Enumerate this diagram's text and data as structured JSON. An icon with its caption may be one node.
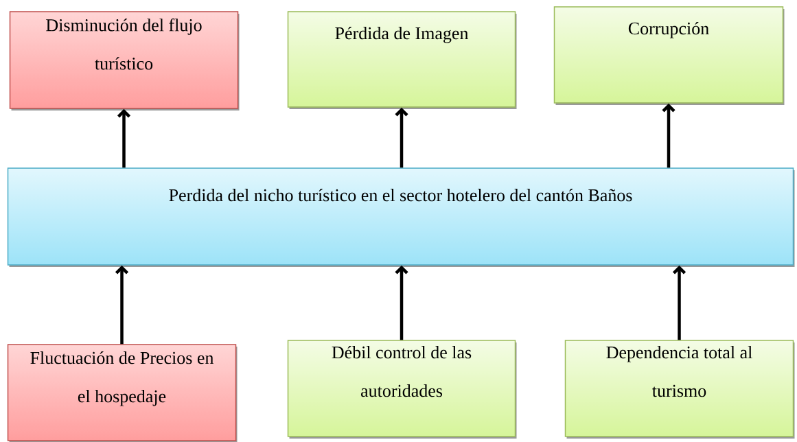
{
  "diagram": {
    "nodes": [
      {
        "text": [
          "Disminución del flujo turístico"
        ]
      },
      {
        "text": [
          "Pérdida de Imagen"
        ]
      },
      {
        "text": [
          "Corrupción"
        ]
      },
      {
        "text": [
          "Perdida del nicho turístico en el sector hotelero del cantón Baños"
        ]
      },
      {
        "text": [
          "Fluctuación de Precios en el hospedaje"
        ]
      },
      {
        "text": [
          "Débil control de las autoridades"
        ]
      },
      {
        "text": [
          "Dependencia total al turismo"
        ]
      }
    ],
    "edges": [
      {
        "from": 3,
        "to": 0,
        "arrow": "to"
      },
      {
        "from": 3,
        "to": 1,
        "arrow": "to"
      },
      {
        "from": 3,
        "to": 2,
        "arrow": "to"
      },
      {
        "from": 4,
        "to": 3,
        "arrow": "to"
      },
      {
        "from": 5,
        "to": 3,
        "arrow": "to"
      },
      {
        "from": 6,
        "to": 3,
        "arrow": "to"
      }
    ]
  }
}
